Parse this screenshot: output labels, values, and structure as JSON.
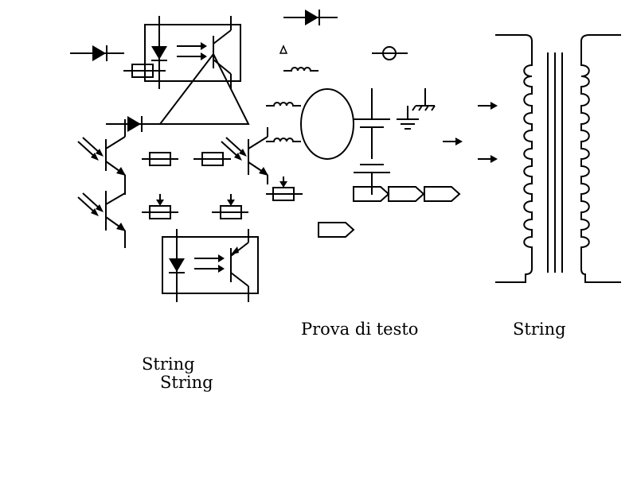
{
  "labels": {
    "prova": "Prova di testo",
    "string_right": "String",
    "string_left_1": "String",
    "string_left_2": "String"
  },
  "icons": [
    "diode-icon",
    "optocoupler-icon",
    "phototransistor-icon",
    "transistor-icon",
    "resistor-icon",
    "potentiometer-icon",
    "inductor-icon",
    "capacitor-icon",
    "ground-icon",
    "antenna-icon",
    "arrow-icon",
    "transformer-icon",
    "connector-icon"
  ]
}
